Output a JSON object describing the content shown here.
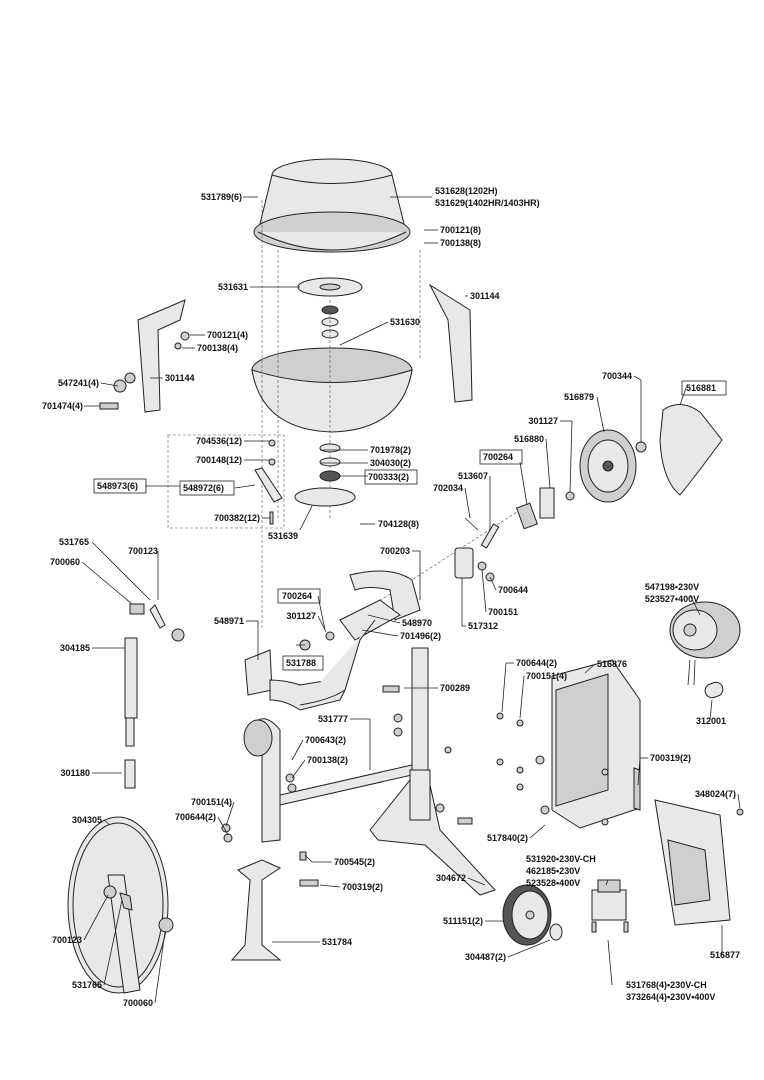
{
  "labels": {
    "l531789": "531789(6)",
    "l531628": "531628(1202H)",
    "l531629": "531629(1402HR/1403HR)",
    "l700121a": "700121(8)",
    "l700138a": "700138(8)",
    "l531631": "531631",
    "l301144a": "301144",
    "l531630": "531630",
    "l700121b": "700121(4)",
    "l700138b": "700138(4)",
    "l547241": "547241(4)",
    "l301144b": "301144",
    "l701474": "701474(4)",
    "l700344": "700344",
    "l516881": "516881",
    "l516879": "516879",
    "l704536": "704536(12)",
    "l701978": "701978(2)",
    "l700148": "700148(12)",
    "l304030": "304030(2)",
    "l700333": "700333(2)",
    "l548973": "548973(6)",
    "l548972": "548972(6)",
    "l700382": "700382(12)",
    "l531639": "531639",
    "l704128": "704128(8)",
    "l301127a": "301127",
    "l516880": "516880",
    "l700264a": "700264",
    "l513607": "513607",
    "l702034": "702034",
    "l531765a": "531765",
    "l700123a": "700123",
    "l700060a": "700060",
    "l700203": "700203",
    "l700644a": "700644",
    "l700151a": "700151",
    "l547198": "547198•230V",
    "l523527": "523527•400V",
    "l700264b": "700264",
    "l301127b": "301127",
    "l548970": "548970",
    "l548971": "548971",
    "l701496": "701496(2)",
    "l517312": "517312",
    "l531788": "531788",
    "l304185": "304185",
    "l700644b": "700644(2)",
    "l516876": "516876",
    "l700151b": "700151(4)",
    "l700289": "700289",
    "l312001": "312001",
    "l531777": "531777",
    "l700643": "700643(2)",
    "l700138c": "700138(2)",
    "l700319a": "700319(2)",
    "l301180": "301180",
    "l348024": "348024(7)",
    "l700151c": "700151(4)",
    "l700644c": "700644(2)",
    "l517840": "517840(2)",
    "l304305": "304305",
    "l700545": "700545(2)",
    "l531920": "531920•230V-CH",
    "l462185": "462185•230V",
    "l523528": "523528•400V",
    "l304672": "304672",
    "l700319b": "700319(2)",
    "l700123b": "700123",
    "l531784": "531784",
    "l511151": "511151(2)",
    "l516877": "516877",
    "l304487": "304487(2)",
    "l531765b": "531765",
    "l700060b": "700060",
    "l531768": "531768(4)•230V-CH",
    "l373264": "373264(4)•230V•400V"
  }
}
